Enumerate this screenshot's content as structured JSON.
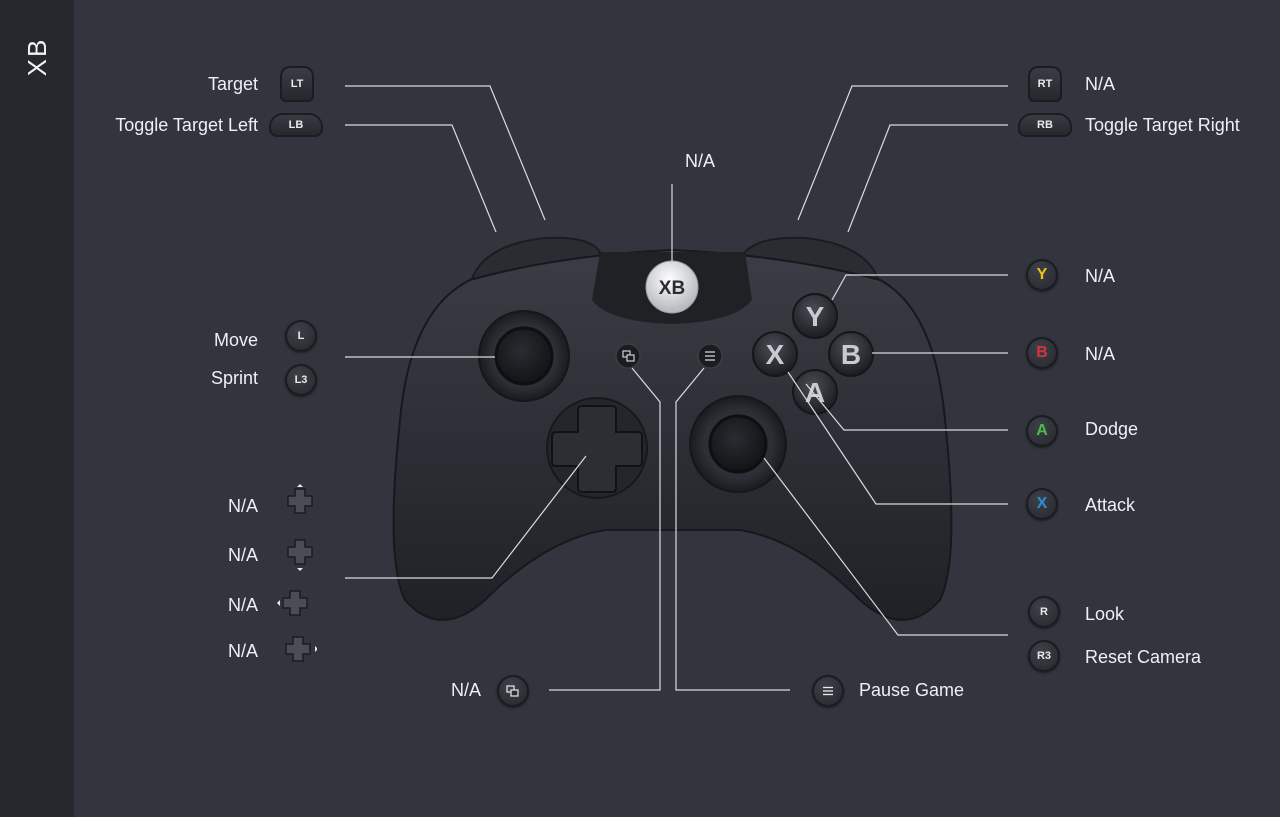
{
  "sidebar": {
    "title": "XB"
  },
  "buttons": {
    "lt": {
      "glyph": "LT",
      "action": "Target"
    },
    "lb": {
      "glyph": "LB",
      "action": "Toggle Target Left"
    },
    "rt": {
      "glyph": "RT",
      "action": "N/A"
    },
    "rb": {
      "glyph": "RB",
      "action": "Toggle Target Right"
    },
    "guide": {
      "glyph": "XB",
      "action": "N/A"
    },
    "l": {
      "glyph": "L",
      "action": "Move"
    },
    "l3": {
      "glyph": "L3",
      "action": "Sprint"
    },
    "dpad_up": {
      "action": "N/A"
    },
    "dpad_down": {
      "action": "N/A"
    },
    "dpad_left": {
      "action": "N/A"
    },
    "dpad_right": {
      "action": "N/A"
    },
    "view": {
      "action": "N/A"
    },
    "menu": {
      "action": "Pause Game"
    },
    "y": {
      "glyph": "Y",
      "action": "N/A",
      "color": "#e8c51a"
    },
    "b": {
      "glyph": "B",
      "action": "N/A",
      "color": "#d8323a"
    },
    "a": {
      "glyph": "A",
      "action": "Dodge",
      "color": "#4fb84a"
    },
    "x": {
      "glyph": "X",
      "action": "Attack",
      "color": "#2b8fd6"
    },
    "r": {
      "glyph": "R",
      "action": "Look"
    },
    "r3": {
      "glyph": "R3",
      "action": "Reset Camera"
    }
  },
  "controller": {
    "guide_label": "XB",
    "face_y": "Y",
    "face_x": "X",
    "face_b": "B",
    "face_a": "A"
  },
  "colors": {
    "background": "#32353d",
    "sidebar": "#26282d",
    "line": "#d9dbe0"
  }
}
